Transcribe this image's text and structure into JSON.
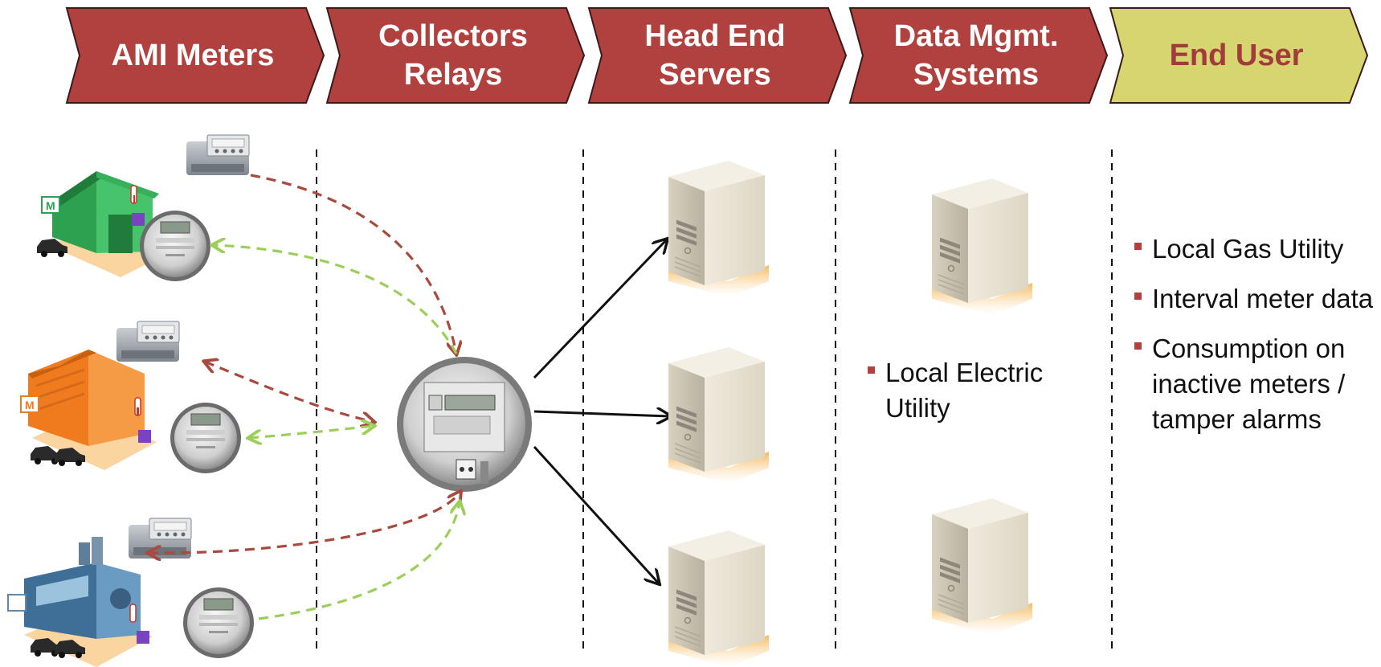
{
  "colors": {
    "stage_fill": "#b0413e",
    "stage_stroke": "#3a1a1a",
    "end_fill": "#d6d570",
    "end_text": "#a23b3c",
    "stage_text": "#ffffff",
    "bullet": "#b0413e",
    "arrow_red": "#a84a3e",
    "arrow_green": "#9ccf5a",
    "arrow_black": "#111111"
  },
  "stages": [
    {
      "lines": [
        "AMI Meters"
      ]
    },
    {
      "lines": [
        "Collectors",
        "Relays"
      ]
    },
    {
      "lines": [
        "Head End",
        "Servers"
      ]
    },
    {
      "lines": [
        "Data Mgmt.",
        "Systems"
      ]
    },
    {
      "lines": [
        "End User"
      ]
    }
  ],
  "icons": {
    "premises": [
      "house-icon",
      "store-icon",
      "factory-icon"
    ],
    "gas_meter": "gas-meter-icon",
    "electric_meter": "electric-meter-icon",
    "collector": "collector-meter-icon",
    "server": "server-icon",
    "car": "car-icon"
  },
  "data_mgmt": {
    "bullets": [
      "Local Electric Utility"
    ]
  },
  "end_user": {
    "bullets": [
      "Local Gas Utility",
      "Interval meter data",
      "Consumption on inactive meters / tamper alarms"
    ]
  }
}
